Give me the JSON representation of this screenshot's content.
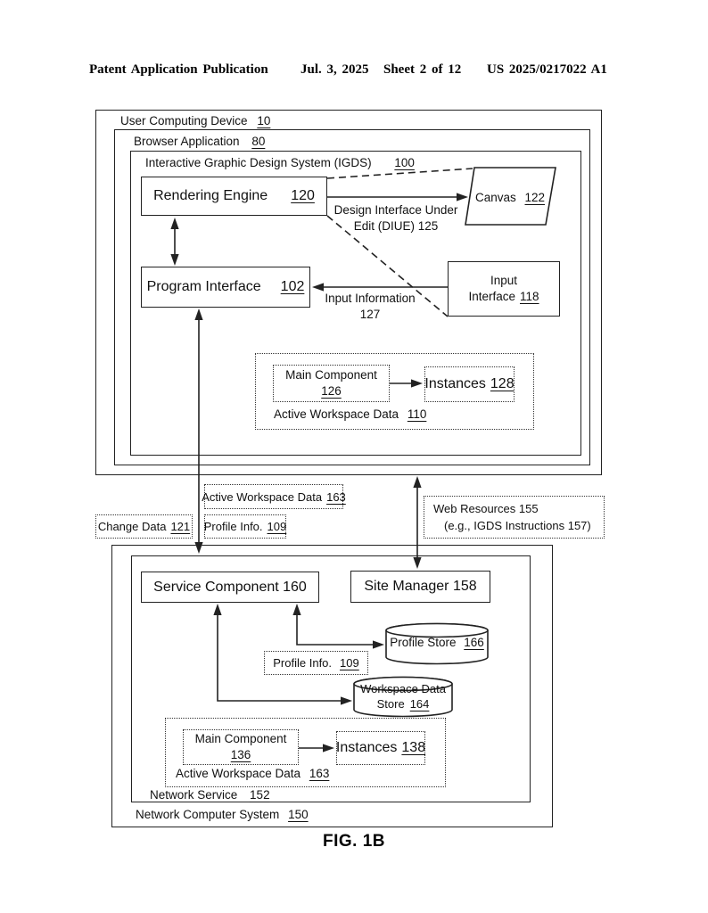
{
  "header": {
    "publication": "Patent Application Publication",
    "date": "Jul. 3, 2025",
    "sheet": "Sheet 2 of 12",
    "patent_number": "US 2025/0217022 A1"
  },
  "user_computing_device": {
    "label": "User Computing Device",
    "ref": "10"
  },
  "browser_application": {
    "label": "Browser Application",
    "ref": "80"
  },
  "igds": {
    "label": "Interactive Graphic Design System (IGDS)",
    "ref": "100"
  },
  "rendering_engine": {
    "label": "Rendering Engine",
    "ref": "120"
  },
  "canvas": {
    "label": "Canvas",
    "ref": "122"
  },
  "diue_label": {
    "line1": "Design Interface Under",
    "line2": "Edit (DIUE) 125"
  },
  "program_interface": {
    "label": "Program Interface",
    "ref": "102"
  },
  "input_interface": {
    "line1": "Input",
    "label": "Interface",
    "ref": "118"
  },
  "input_information": {
    "line1": "Input Information",
    "line2": "127"
  },
  "main_component_126": {
    "label": "Main Component",
    "ref": "126"
  },
  "instances_128": {
    "label": "Instances",
    "ref": "128"
  },
  "active_workspace_data_110": {
    "label": "Active Workspace Data",
    "ref": "110"
  },
  "active_workspace_data_163_link": {
    "label": "Active Workspace Data",
    "ref": "163"
  },
  "change_data_121": {
    "label": "Change Data",
    "ref": "121"
  },
  "profile_info_109_link": {
    "label": "Profile Info.",
    "ref": "109"
  },
  "web_resources": {
    "line1": "Web Resources 155",
    "line2": "(e.g., IGDS Instructions 157)"
  },
  "service_component_160": {
    "label": "Service Component 160"
  },
  "site_manager_158": {
    "label": "Site Manager 158"
  },
  "profile_store_166": {
    "label": "Profile Store",
    "ref": "166"
  },
  "profile_info_109_store": {
    "label": "Profile Info.",
    "ref": "109"
  },
  "workspace_data_store_164": {
    "line1": "Workspace Data",
    "label": "Store",
    "ref": "164"
  },
  "main_component_136": {
    "label": "Main Component",
    "ref": "136"
  },
  "instances_138": {
    "label": "Instances",
    "ref": "138"
  },
  "active_workspace_data_163_ns": {
    "label": "Active Workspace Data",
    "ref": "163"
  },
  "network_service": {
    "label": "Network Service",
    "ref": "152"
  },
  "network_computer_system": {
    "label": "Network Computer System",
    "ref": "150"
  },
  "figure_caption": "FIG. 1B",
  "colors": {
    "line": "#222222",
    "text": "#111111",
    "background": "#ffffff"
  }
}
